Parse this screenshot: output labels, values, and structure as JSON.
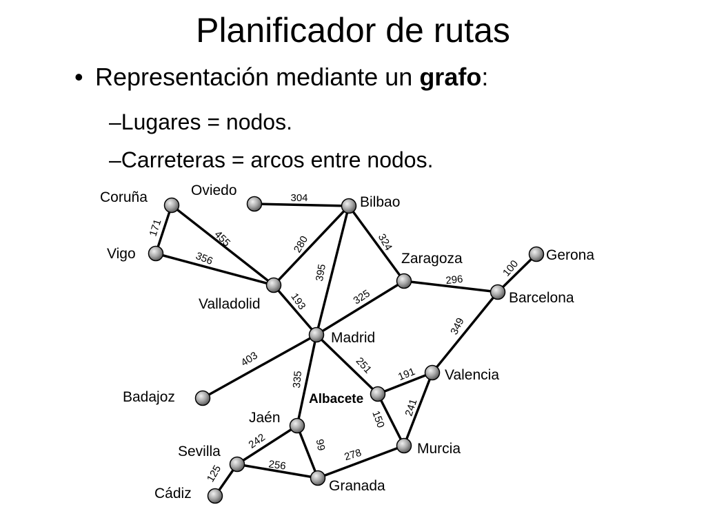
{
  "title": "Planificador de rutas",
  "bullet": {
    "marker": "•",
    "text_before": "Representación mediante un ",
    "text_bold": "grafo",
    "text_after": ":"
  },
  "subitems": [
    {
      "dash": "–",
      "text": "Lugares = nodos."
    },
    {
      "dash": "–",
      "text": "Carreteras = arcos entre nodos."
    }
  ],
  "graph": {
    "nodes": [
      {
        "id": "coruna",
        "label": "Coruña"
      },
      {
        "id": "oviedo",
        "label": "Oviedo"
      },
      {
        "id": "bilbao",
        "label": "Bilbao"
      },
      {
        "id": "vigo",
        "label": "Vigo"
      },
      {
        "id": "valladolid",
        "label": "Valladolid"
      },
      {
        "id": "zaragoza",
        "label": "Zaragoza"
      },
      {
        "id": "gerona",
        "label": "Gerona"
      },
      {
        "id": "barcelona",
        "label": "Barcelona"
      },
      {
        "id": "madrid",
        "label": "Madrid"
      },
      {
        "id": "valencia",
        "label": "Valencia"
      },
      {
        "id": "badajoz",
        "label": "Badajoz"
      },
      {
        "id": "albacete",
        "label": "Albacete"
      },
      {
        "id": "jaen",
        "label": "Jaén"
      },
      {
        "id": "sevilla",
        "label": "Sevilla"
      },
      {
        "id": "murcia",
        "label": "Murcia"
      },
      {
        "id": "granada",
        "label": "Granada"
      },
      {
        "id": "cadiz",
        "label": "Cádiz"
      }
    ],
    "edges": [
      {
        "from": "oviedo",
        "to": "bilbao",
        "weight": "304"
      },
      {
        "from": "coruna",
        "to": "vigo",
        "weight": "171"
      },
      {
        "from": "coruna",
        "to": "valladolid",
        "weight": "455"
      },
      {
        "from": "vigo",
        "to": "valladolid",
        "weight": "356"
      },
      {
        "from": "bilbao",
        "to": "valladolid",
        "weight": "280"
      },
      {
        "from": "bilbao",
        "to": "madrid",
        "weight": "395"
      },
      {
        "from": "bilbao",
        "to": "zaragoza",
        "weight": "324"
      },
      {
        "from": "valladolid",
        "to": "madrid",
        "weight": "193"
      },
      {
        "from": "zaragoza",
        "to": "madrid",
        "weight": "325"
      },
      {
        "from": "zaragoza",
        "to": "barcelona",
        "weight": "296"
      },
      {
        "from": "barcelona",
        "to": "gerona",
        "weight": "100"
      },
      {
        "from": "barcelona",
        "to": "valencia",
        "weight": "349"
      },
      {
        "from": "madrid",
        "to": "badajoz",
        "weight": "403"
      },
      {
        "from": "madrid",
        "to": "albacete",
        "weight": "251"
      },
      {
        "from": "madrid",
        "to": "jaen",
        "weight": "335"
      },
      {
        "from": "albacete",
        "to": "valencia",
        "weight": "191"
      },
      {
        "from": "albacete",
        "to": "murcia",
        "weight": "150"
      },
      {
        "from": "valencia",
        "to": "murcia",
        "weight": "241"
      },
      {
        "from": "jaen",
        "to": "sevilla",
        "weight": "242"
      },
      {
        "from": "jaen",
        "to": "granada",
        "weight": "99"
      },
      {
        "from": "sevilla",
        "to": "granada",
        "weight": "256"
      },
      {
        "from": "sevilla",
        "to": "cadiz",
        "weight": "125"
      },
      {
        "from": "granada",
        "to": "murcia",
        "weight": "278"
      }
    ]
  }
}
